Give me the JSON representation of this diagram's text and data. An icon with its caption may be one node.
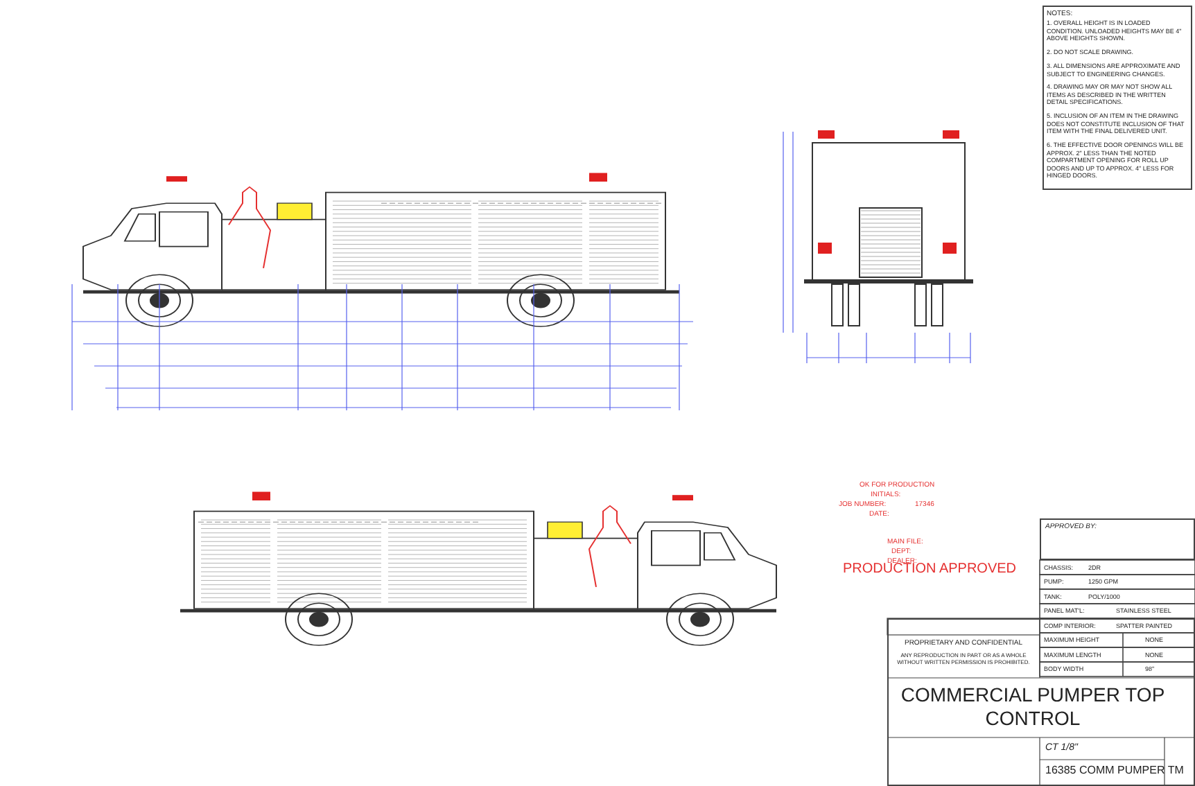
{
  "diagram": {
    "title": "COMMERCIAL PUMPER TOP CONTROL",
    "labels": [
      "NOTES:",
      "1. OVERALL HEIGHT IS IN LOADED CONDITION. UNLOADED HEIGHTS MAY BE 4\" ABOVE HEIGHTS SHOWN.",
      "2. DO NOT SCALE DRAWING.",
      "3. ALL DIMENSIONS ARE APPROXIMATE AND SUBJECT TO ENGINEERING CHANGES.",
      "4. DRAWING MAY OR MAY NOT SHOW ALL ITEMS AS DESCRIBED IN THE WRITTEN DETAIL SPECIFICATIONS.",
      "5. INCLUSION OF AN ITEM IN THE DRAWING DOES NOT CONSTITUTE INCLUSION OF THAT ITEM WITH THE FINAL DELIVERED UNIT.",
      "6. THE EFFECTIVE DOOR OPENINGS WILL BE APPROX. 2\" LESS THAN THE NOTED COMPARTMENT OPENING FOR ROLL UP DOORS AND UP TO APPROX. 4\" LESS FOR HINGED DOORS.",
      "OK FOR PRODUCTION",
      "INITIALS:",
      "JOB NUMBER:",
      "17346",
      "DATE:",
      "MAIN FILE:",
      "DEPT:",
      "DEALER:",
      "PRODUCTION APPROVED",
      "APPROVED BY:",
      "CHASSIS:",
      "2DR",
      "PUMP:",
      "1250 GPM",
      "TANK:",
      "POLY/1000",
      "PANEL MAT'L:",
      "STAINLESS STEEL",
      "COMP INTERIOR:",
      "SPATTER PAINTED",
      "MAXIMUM HEIGHT",
      "NONE",
      "MAXIMUM LENGTH",
      "NONE",
      "BODY WIDTH",
      "98\"",
      "PROPRIETARY AND CONFIDENTIAL",
      "ANY REPRODUCTION IN PART OR AS A WHOLE WITHOUT WRITTEN PERMISSION IS PROHIBITED.",
      "CT 1/8\"",
      "16385 COMM PUMPER TM"
    ]
  }
}
